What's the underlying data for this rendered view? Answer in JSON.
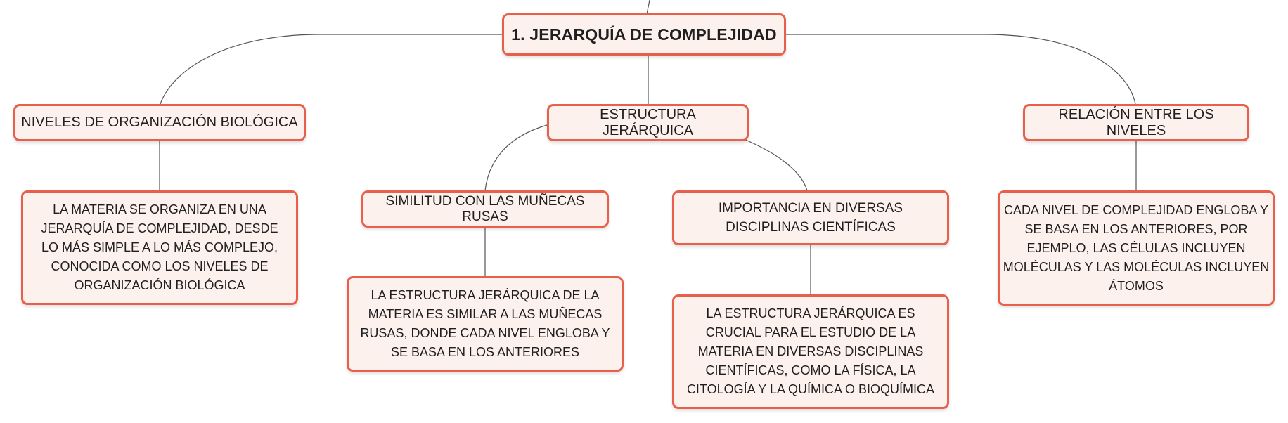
{
  "diagram": {
    "root": {
      "label": "1. JERARQUÍA DE COMPLEJIDAD"
    },
    "topics": [
      {
        "label": "NIVELES DE ORGANIZACIÓN BIOLÓGICA",
        "detail": "LA MATERIA SE ORGANIZA EN UNA JERARQUÍA DE COMPLEJIDAD, DESDE LO MÁS SIMPLE A LO MÁS COMPLEJO, CONOCIDA COMO LOS NIVELES DE ORGANIZACIÓN BIOLÓGICA"
      },
      {
        "label": "ESTRUCTURA JERÁRQUICA",
        "subtopics": [
          {
            "label": "SIMILITUD CON LAS MUÑECAS RUSAS",
            "detail": "LA ESTRUCTURA JERÁRQUICA DE LA MATERIA ES SIMILAR A LAS MUÑECAS RUSAS, DONDE CADA NIVEL ENGLOBA Y SE BASA EN LOS ANTERIORES"
          },
          {
            "label": "IMPORTANCIA EN DIVERSAS DISCIPLINAS CIENTÍFICAS",
            "detail": "LA ESTRUCTURA JERÁRQUICA ES CRUCIAL PARA EL ESTUDIO DE LA MATERIA EN DIVERSAS DISCIPLINAS CIENTÍFICAS, COMO LA FÍSICA, LA CITOLOGÍA Y LA QUÍMICA O BIOQUÍMICA"
          }
        ]
      },
      {
        "label": "RELACIÓN ENTRE LOS NIVELES",
        "detail": "CADA NIVEL DE COMPLEJIDAD ENGLOBA Y SE BASA EN LOS ANTERIORES, POR EJEMPLO, LAS CÉLULAS INCLUYEN MOLÉCULAS Y LAS MOLÉCULAS INCLUYEN ÁTOMOS"
      }
    ],
    "colors": {
      "node_fill": "#fdf1ee",
      "node_border": "#e8604c",
      "connector": "#555555",
      "text": "#1f1f1f"
    }
  }
}
